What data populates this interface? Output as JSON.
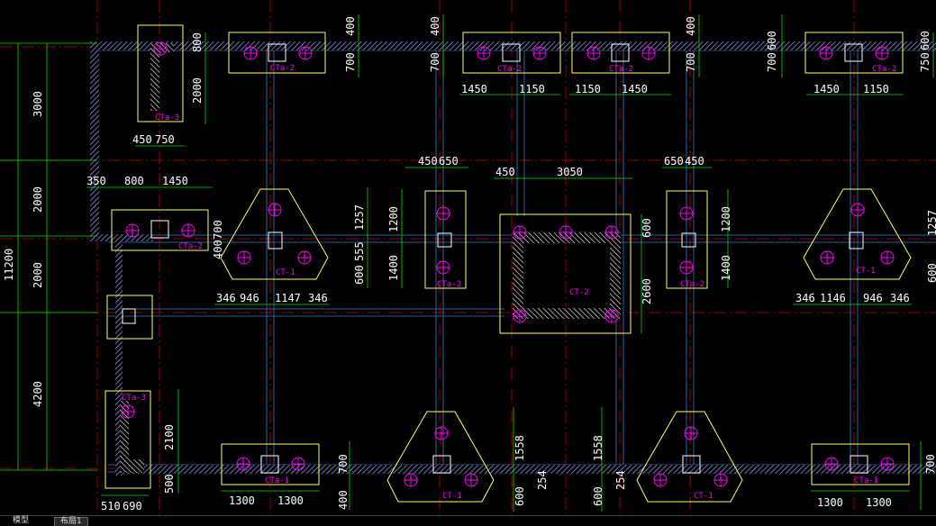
{
  "colors": {
    "bg": "#000000",
    "grid": "#c00000",
    "dim": "#00e000",
    "outline": "#ffff66",
    "pile": "#ff00ff",
    "axis": "#3aa0ff",
    "wall": "#9aa0ff"
  },
  "dims": {
    "d3000": "3000",
    "d2000a": "2000",
    "d2000b": "2000",
    "d4200": "4200",
    "d11200": "11200",
    "d450a": "450",
    "d750a": "750",
    "d350": "350",
    "d800": "800",
    "d1450a": "1450",
    "d1450b": "1450",
    "d1150a": "1150",
    "d1150b": "1150",
    "d1450c": "1450",
    "d1450d": "1450",
    "d1150c": "1150",
    "d450b": "450",
    "d650a": "650",
    "d450c": "450",
    "d3050": "3050",
    "d650b": "650",
    "d450d": "450",
    "d346a": "346",
    "d946a": "946",
    "d1147": "1147",
    "d346b": "346",
    "d346c": "346",
    "d1146": "1146",
    "d946b": "946",
    "d346d": "346",
    "d510": "510",
    "d690": "690",
    "d1300a": "1300",
    "d1300b": "1300",
    "d1300c": "1300",
    "d1300d": "1300",
    "v400a": "400",
    "v700a": "700",
    "v400b": "400",
    "v700b": "700",
    "v400c": "400",
    "v700c": "700",
    "v700d": "700",
    "v600a": "600",
    "v750": "750",
    "v600b": "600",
    "v800": "800",
    "v2000": "2000",
    "v1200a": "1200",
    "v1400a": "1400",
    "v1257a": "1257",
    "v555": "555",
    "v600c": "600",
    "v400d": "400",
    "v700e": "700",
    "v600d": "600",
    "v2600": "2600",
    "v1200b": "1200",
    "v1400b": "1400",
    "v1257b": "1257",
    "v600e": "600",
    "v2100": "2100",
    "v500": "500",
    "v1558a": "1558",
    "v600f": "600",
    "v254a": "254",
    "v1558b": "1558",
    "v600g": "600",
    "v254b": "254",
    "v700f": "700",
    "v400e": "400",
    "v700g": "700"
  },
  "labels": {
    "cta2_a": "CTa-2",
    "cta2_b": "CTa-2",
    "cta2_c": "CTa-2",
    "cta2_d": "CTa-2",
    "cta2_e": "CTa-2",
    "cta2_f": "CTa-2",
    "cta2_g": "CTa-2",
    "cta3_a": "CTa-3",
    "cta3_b": "CTa-3",
    "ct1_a": "CT-1",
    "ct1_b": "CT-1",
    "ct1_c": "CT-1",
    "ct1_d": "CT-1",
    "ct2": "CT-2",
    "cta1_a": "CTa-1",
    "cta1_b": "CTa-1"
  },
  "tabs": {
    "model": "模型",
    "layout": "布局1"
  }
}
